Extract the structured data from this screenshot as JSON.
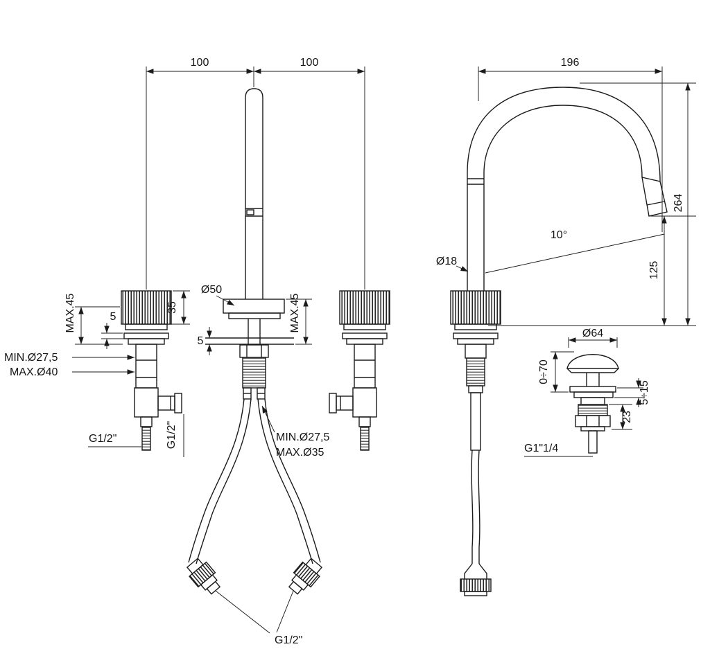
{
  "dims": {
    "spacing_left": "100",
    "spacing_right": "100",
    "reach": "196",
    "height_total": "264",
    "height_outlet": "125",
    "angle": "10°",
    "tube_dia": "Ø18",
    "handle_max_thickness": "MAX.45",
    "handle_gap": "5",
    "handle_height": "35",
    "handle_hole_min": "MIN.Ø27,5",
    "handle_hole_max": "MAX.Ø40",
    "handle_inlet_thread": "G1/2\"",
    "handle_outlet_thread": "G1/2\"",
    "spout_base_dia": "Ø50",
    "spout_max_thickness": "MAX.45",
    "spout_gap": "5",
    "spout_hole_min": "MIN.Ø27,5",
    "spout_hole_max": "MAX.Ø35",
    "hose_thread": "G1/2\"",
    "drain_cap_dia": "Ø64",
    "drain_travel": "0÷70",
    "drain_range": "5÷15",
    "drain_body": "23",
    "drain_thread": "G1\"1/4"
  }
}
